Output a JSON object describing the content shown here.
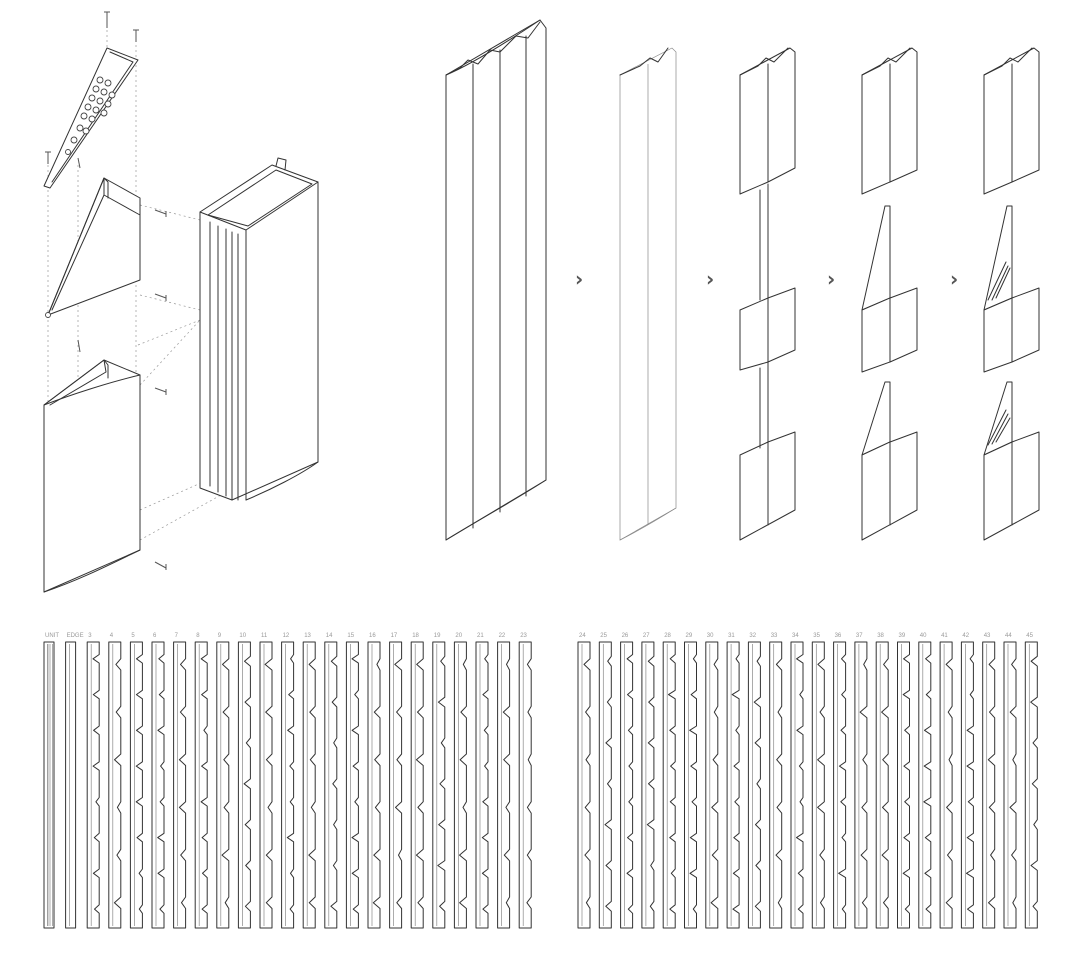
{
  "arrows": {
    "step_1": "›",
    "step_2": "›",
    "step_3": "›",
    "step_4": "›"
  },
  "profile_strips": {
    "labels": [
      "UNIT",
      "EDGE",
      "3",
      "4",
      "5",
      "6",
      "7",
      "8",
      "9",
      "10",
      "11",
      "12",
      "13",
      "14",
      "15",
      "16",
      "17",
      "18",
      "19",
      "20",
      "21",
      "22",
      "23",
      "24",
      "25",
      "26",
      "27",
      "28",
      "29",
      "30",
      "31",
      "32",
      "33",
      "34",
      "35",
      "36",
      "37",
      "38",
      "39",
      "40",
      "41",
      "42",
      "43",
      "44",
      "45"
    ]
  }
}
